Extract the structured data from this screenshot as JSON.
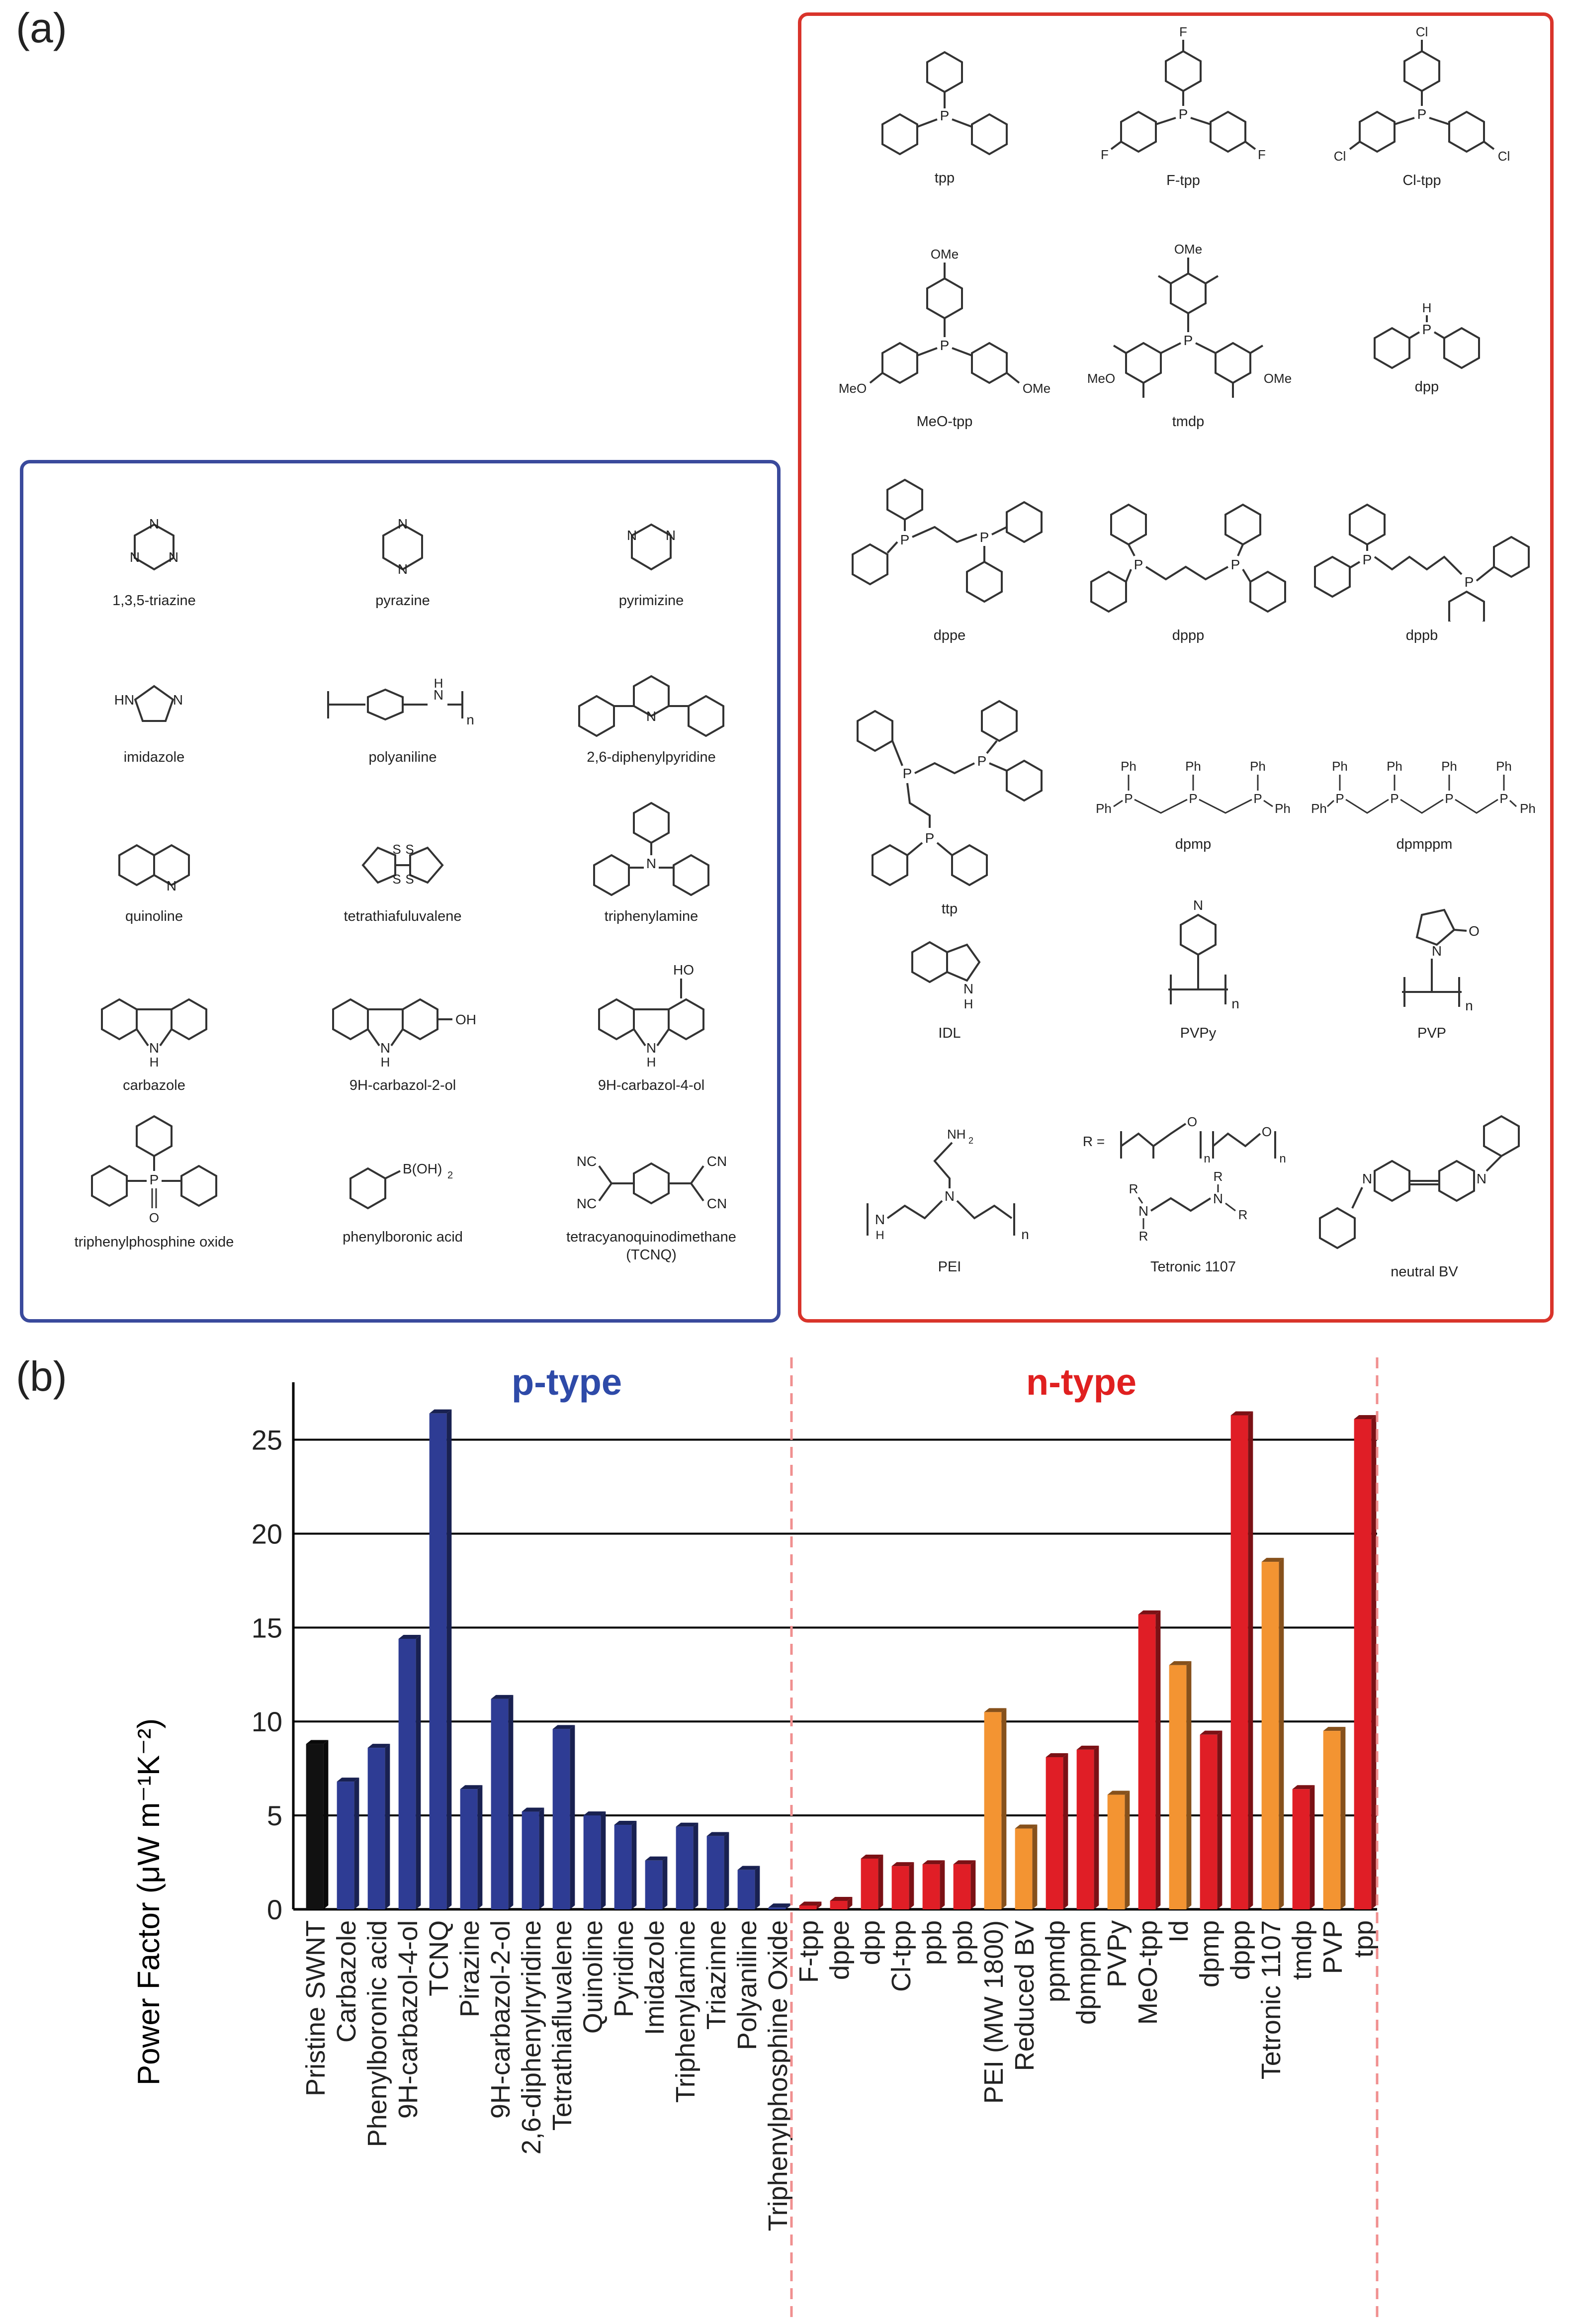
{
  "panels": {
    "a": "(a)",
    "b": "(b)"
  },
  "p_compounds": [
    "1,3,5-triazine",
    "pyrazine",
    "pyrimizine",
    "imidazole",
    "polyaniline",
    "2,6-diphenylpyridine",
    "quinoline",
    "tetrathiafuluvalene",
    "triphenylamine",
    "carbazole",
    "9H-carbazol-2-ol",
    "9H-carbazol-4-ol",
    "triphenylphosphine  oxide",
    "phenylboronic  acid",
    "tetracyanoquinodimethane",
    "(TCNQ)"
  ],
  "n_compounds": [
    "tpp",
    "F-tpp",
    "Cl-tpp",
    "MeO-tpp",
    "tmdp",
    "dpp",
    "dppe",
    "dppp",
    "dppb",
    "ttp",
    "dpmp",
    "dpmppm",
    "IDL",
    "PVPy",
    "PVP",
    "PEI",
    "Tetronic 1107",
    "neutral  BV"
  ],
  "struct_labels": {
    "N": "N",
    "HN": "HN",
    "H": "H",
    "S": "S",
    "NH": "N",
    "n": "n",
    "P": "P",
    "F": "F",
    "Cl": "Cl",
    "OMe": "OMe",
    "MeO": "MeO",
    "HO": "HO",
    "OH": "OH",
    "O": "O",
    "BOH": "B(OH)",
    "two": "2",
    "CN": "CN",
    "NC": "NC",
    "Ph": "Ph",
    "NH2": "NH",
    "R": "R",
    "Req": "R ="
  },
  "chart_data": {
    "type": "bar",
    "ylabel": "Power Factor (μW m⁻¹K⁻²)",
    "ylim": [
      0,
      27
    ],
    "yticks": [
      0,
      5,
      10,
      15,
      20,
      25
    ],
    "grid": true,
    "group_labels": {
      "p": "p-type",
      "n": "n-type"
    },
    "colors": {
      "pristine": "#111111",
      "p": "#2e3c94",
      "n_red": "#e01e26",
      "n_orange": "#f39432",
      "p_label": "#2e4aa8",
      "n_label": "#e02020",
      "divider": "#f09090"
    },
    "categories": [
      "Pristine SWNT",
      "Carbazole",
      "Phenylboronic acid",
      "9H-carbazol-4-ol",
      "TCNQ",
      "Pirazine",
      "9H-carbazol-2-ol",
      "2,6-diphenylryridine",
      "Tetrathiafluvalene",
      "Quinoline",
      "Pyridine",
      "Imidazole",
      "Triphenylamine",
      "Triazinne",
      "Polyaniline",
      "Triphenylphosphine Oxide",
      "F-tpp",
      "dppe",
      "dpp",
      "Cl-tpp",
      "ppb",
      "ppb",
      "PEI (MW 1800)",
      "Reduced BV",
      "ppmdp",
      "dpmppm",
      "PVPy",
      "MeO-tpp",
      "Id",
      "dpmp",
      "dppp",
      "Tetronic 1107",
      "tmdp",
      "PVP",
      "tpp"
    ],
    "values": [
      8.8,
      6.8,
      8.6,
      14.4,
      26.4,
      6.4,
      11.2,
      5.2,
      9.6,
      5.0,
      4.5,
      2.6,
      4.4,
      3.9,
      2.1,
      0.1,
      0.2,
      0.45,
      2.7,
      2.3,
      2.4,
      2.4,
      10.5,
      4.3,
      8.1,
      8.5,
      6.1,
      15.7,
      13.0,
      9.3,
      26.3,
      18.5,
      6.4,
      9.5,
      26.1
    ],
    "groups": [
      "pristine",
      "p",
      "p",
      "p",
      "p",
      "p",
      "p",
      "p",
      "p",
      "p",
      "p",
      "p",
      "p",
      "p",
      "p",
      "p",
      "n_red",
      "n_red",
      "n_red",
      "n_red",
      "n_red",
      "n_red",
      "n_orange",
      "n_orange",
      "n_red",
      "n_red",
      "n_orange",
      "n_red",
      "n_orange",
      "n_red",
      "n_red",
      "n_orange",
      "n_red",
      "n_orange",
      "n_red"
    ]
  }
}
